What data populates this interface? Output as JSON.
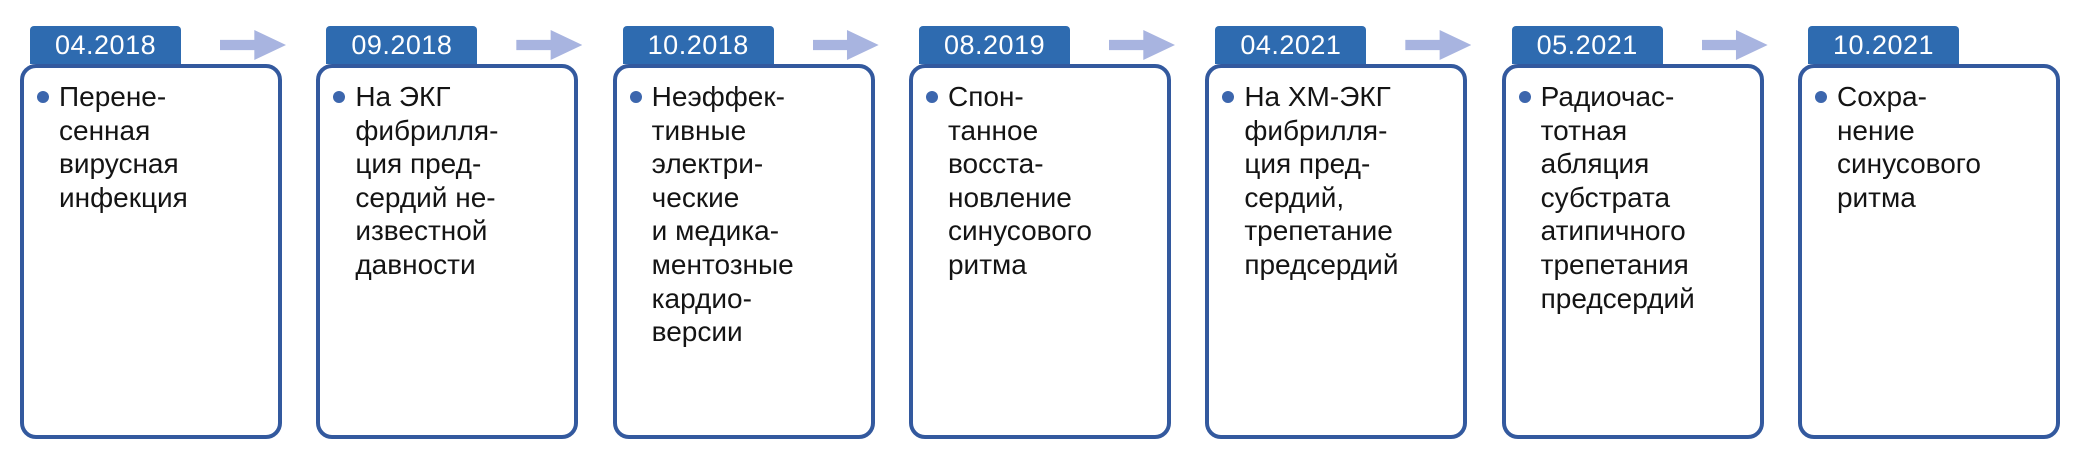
{
  "colors": {
    "tab_blue": "#2e6bb0",
    "card_border_blue": "#33599e",
    "bullet_blue": "#3c66ad",
    "arrow_lavender": "#a8b4e0"
  },
  "timeline": {
    "items": [
      {
        "date": "04.2018",
        "text": "Перене-\nсенная\nвирусная\nинфекция"
      },
      {
        "date": "09.2018",
        "text": "На ЭКГ\nфибрилля-\nция пред-\nсердий не-\nизвестной\nдавности"
      },
      {
        "date": "10.2018",
        "text": "Неэффек-\nтивные\nэлектри-\nческие\nи медика-\nментозные\nкардио-\nверсии"
      },
      {
        "date": "08.2019",
        "text": "Спон-\nтанное\nвосста-\nновление\nсинусового\nритма"
      },
      {
        "date": "04.2021",
        "text": "На ХМ-ЭКГ\nфибрилля-\nция пред-\nсердий,\nтрепетание\nпредсердий"
      },
      {
        "date": "05.2021",
        "text": "Радиочас-\nтотная\nабляция\nсубстрата\nатипичного\nтрепетания\nпредсердий"
      },
      {
        "date": "10.2021",
        "text": "Сохра-\nнение\nсинусового\nритма"
      }
    ]
  }
}
